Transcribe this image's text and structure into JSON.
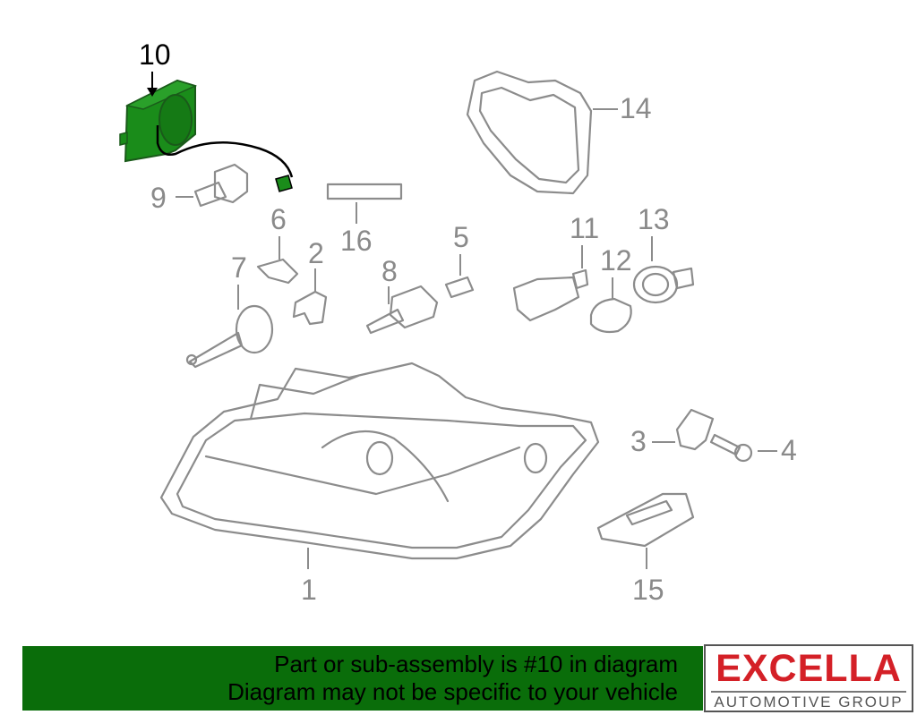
{
  "diagram": {
    "highlight_color": "#1a8c1a",
    "labels": [
      {
        "id": "10",
        "text": "10",
        "highlighted": true
      },
      {
        "id": "14",
        "text": "14"
      },
      {
        "id": "9",
        "text": "9"
      },
      {
        "id": "16",
        "text": "16"
      },
      {
        "id": "6",
        "text": "6"
      },
      {
        "id": "2",
        "text": "2"
      },
      {
        "id": "5",
        "text": "5"
      },
      {
        "id": "11",
        "text": "11"
      },
      {
        "id": "13",
        "text": "13"
      },
      {
        "id": "7",
        "text": "7"
      },
      {
        "id": "8",
        "text": "8"
      },
      {
        "id": "12",
        "text": "12"
      },
      {
        "id": "3",
        "text": "3"
      },
      {
        "id": "4",
        "text": "4"
      },
      {
        "id": "1",
        "text": "1"
      },
      {
        "id": "15",
        "text": "15"
      }
    ]
  },
  "banner": {
    "line1": "Part or sub-assembly is #10 in diagram",
    "line2": "Diagram may not be specific to your vehicle",
    "background": "#0a6d0a"
  },
  "logo": {
    "brand": "EXCELLA",
    "tagline": "AUTOMOTIVE GROUP",
    "brand_color": "#d42027"
  }
}
